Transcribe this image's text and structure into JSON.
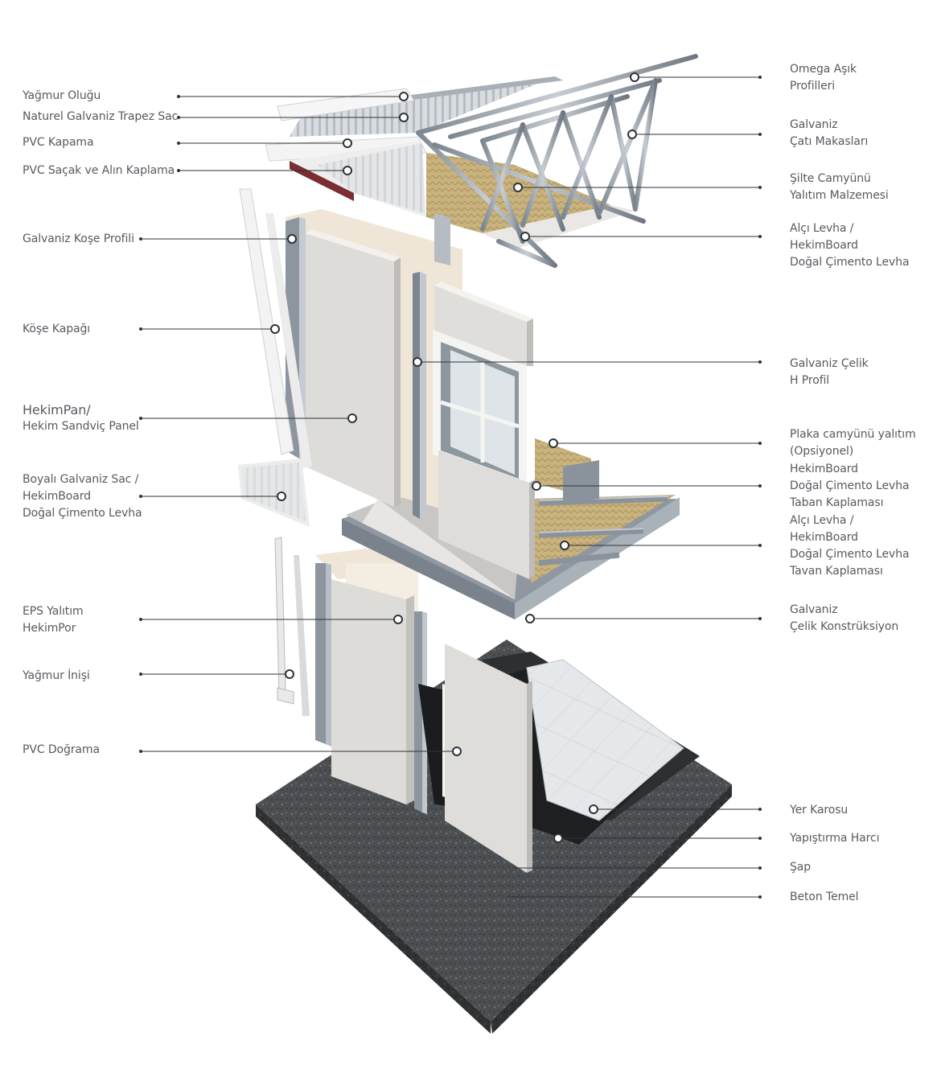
{
  "labels_left": [
    {
      "id": "yagmur-olugu",
      "text": "Yağmur Oluğu"
    },
    {
      "id": "trapez-sac",
      "text": "Naturel Galvaniz Trapez Sac"
    },
    {
      "id": "pvc-kapama",
      "text": "PVC Kapama"
    },
    {
      "id": "pvc-sacak",
      "text": "PVC Saçak ve Alın Kaplama"
    },
    {
      "id": "kose-profili",
      "text": "Galvaniz Koşe Profili"
    },
    {
      "id": "kose-kapagi",
      "text": "Köşe Kapağı"
    },
    {
      "id": "hekimpan-title",
      "text": "HekimPan/"
    },
    {
      "id": "hekimpan-sub",
      "text": "Hekim Sandviç Panel"
    },
    {
      "id": "boyali-sac",
      "text": "Boyalı Galvaniz Sac /\nHekimBoard\nDoğal Çimento Levha"
    },
    {
      "id": "eps",
      "text": "EPS Yalıtım\nHekimPor"
    },
    {
      "id": "yagmur-inisi",
      "text": "Yağmur İnişi"
    },
    {
      "id": "pvc-dograma",
      "text": "PVC Doğrama"
    }
  ],
  "labels_right": [
    {
      "id": "omega",
      "text": "Omega Aşık\nProfilleri"
    },
    {
      "id": "makas",
      "text": "Galvaniz\nÇatı Makasları"
    },
    {
      "id": "silte",
      "text": "Şilte Camyünü\nYalıtım Malzemesi"
    },
    {
      "id": "alci-1",
      "text": "Alçı Levha /\nHekimBoard\nDoğal Çimento Levha"
    },
    {
      "id": "h-profil",
      "text": "Galvaniz Çelik\nH Profil"
    },
    {
      "id": "plaka",
      "text": "Plaka camyünü yalıtım\n(Opsiyonel)"
    },
    {
      "id": "taban",
      "text": "HekimBoard\nDoğal Çimento Levha\nTaban Kaplaması"
    },
    {
      "id": "tavan",
      "text": "Alçı Levha /\nHekimBoard\nDoğal Çimento Levha\nTavan Kaplaması"
    },
    {
      "id": "konstruksiyon",
      "text": "Galvaniz\nÇelik Konstrüksiyon"
    },
    {
      "id": "yer-karosu",
      "text": "Yer Karosu"
    },
    {
      "id": "harc",
      "text": "Yapıştırma Harcı"
    },
    {
      "id": "sap",
      "text": "Şap"
    },
    {
      "id": "beton",
      "text": "Beton Temel"
    }
  ],
  "colors": {
    "label_text": "#555a60",
    "leader_line": "#2e3338",
    "steel": "#9aa3ad",
    "panel": "#e2e0dc",
    "insulation": "#c9b58a",
    "concrete": "#4a4d50",
    "tile": "#dfe3e6"
  }
}
